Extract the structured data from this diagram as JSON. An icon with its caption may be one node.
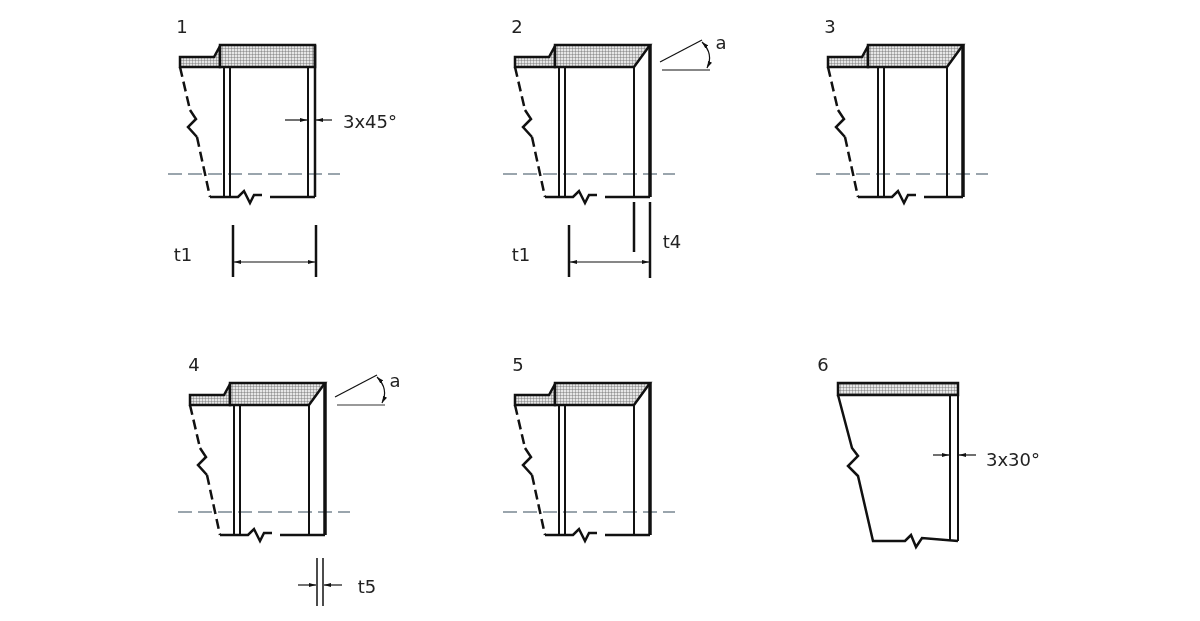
{
  "diagram": {
    "labels": [
      "1",
      "2",
      "3",
      "a",
      "3x45°",
      "t4",
      "t1",
      "t1",
      "4",
      "5",
      "6",
      "a",
      "3x30°",
      "t5"
    ]
  }
}
